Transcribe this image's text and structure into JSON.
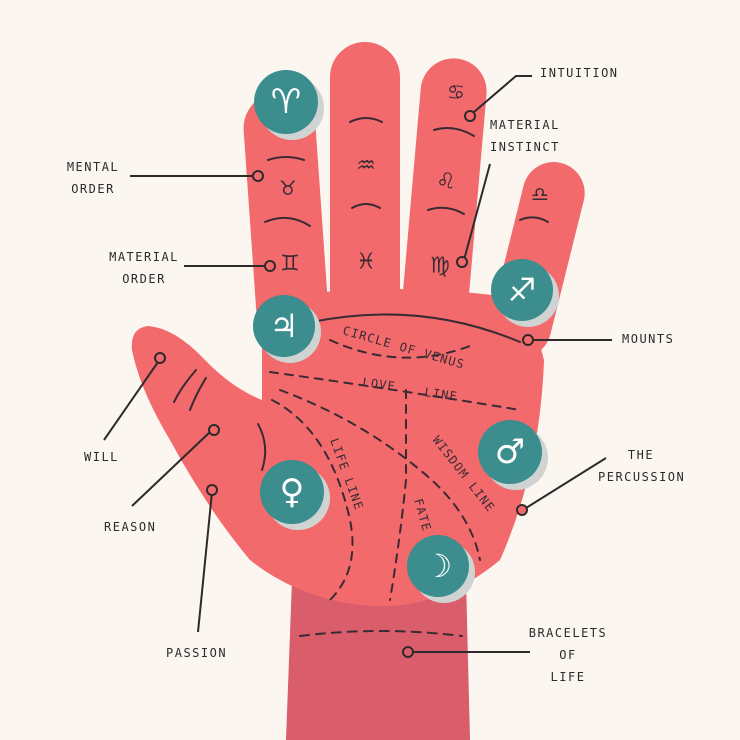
{
  "colors": {
    "background": "#fcf6f1",
    "hand": "#f26a6c",
    "wrist": "#d95d6b",
    "badge": "#3b8d8e",
    "badge_shadow": "#cfd4d3",
    "ink": "#3a2a33"
  },
  "labels": {
    "intuition": "INTUITION",
    "material_instinct": "MATERIAL\nINSTINCT",
    "mental_order": "MENTAL\nORDER",
    "material_order": "MATERIAL\nORDER",
    "mounts": "MOUNTS",
    "will": "WILL",
    "reason": "REASON",
    "the_percussion": "THE\nPERCUSSION",
    "passion": "PASSION",
    "bracelets_of_life": "BRACELETS\nOF\nLIFE"
  },
  "palm_lines": {
    "circle_of_venus": "CIRCLE OF VENUS",
    "love_line": "LOVE",
    "love_line_2": "LINE",
    "life_line": "LIFE LINE",
    "wisdom_line": "WISDOM LINE",
    "fate_line": "FATE LINE"
  },
  "badges": {
    "aries": "♈",
    "sagittarius": "♐",
    "jupiter": "♃",
    "mars": "♂",
    "venus": "♀",
    "moon": "☽"
  },
  "finger_symbols": {
    "taurus": "♉",
    "gemini": "♊",
    "aquarius": "♒",
    "pisces": "♓",
    "leo": "♌",
    "virgo": "♍",
    "cancer": "♋",
    "libra": "♎"
  },
  "icons": {
    "aries": "aries-icon",
    "sagittarius": "sagittarius-icon",
    "jupiter": "jupiter-icon",
    "mars": "mars-icon",
    "venus": "venus-icon",
    "moon": "moon-icon"
  }
}
